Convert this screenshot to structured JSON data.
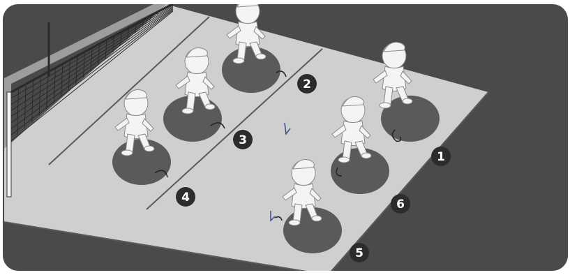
{
  "colors": {
    "frame": "#4a4a4a",
    "court": "#cfcfcf",
    "spot": "#5a5a5a",
    "figure": "#f4f4f4",
    "badge": "#2c2c2c",
    "badge_text": "#ffffff",
    "net": "#2a2a2a",
    "background": "#ffffff"
  },
  "positions": [
    {
      "number": "1",
      "icon": "player-figure-icon"
    },
    {
      "number": "2",
      "icon": "player-figure-icon"
    },
    {
      "number": "3",
      "icon": "player-figure-icon"
    },
    {
      "number": "4",
      "icon": "player-figure-icon"
    },
    {
      "number": "5",
      "icon": "player-figure-icon"
    },
    {
      "number": "6",
      "icon": "player-figure-icon"
    }
  ],
  "net": {
    "icon": "volleyball-net-icon"
  },
  "rotation": {
    "icon": "rotation-arrow-icon"
  }
}
